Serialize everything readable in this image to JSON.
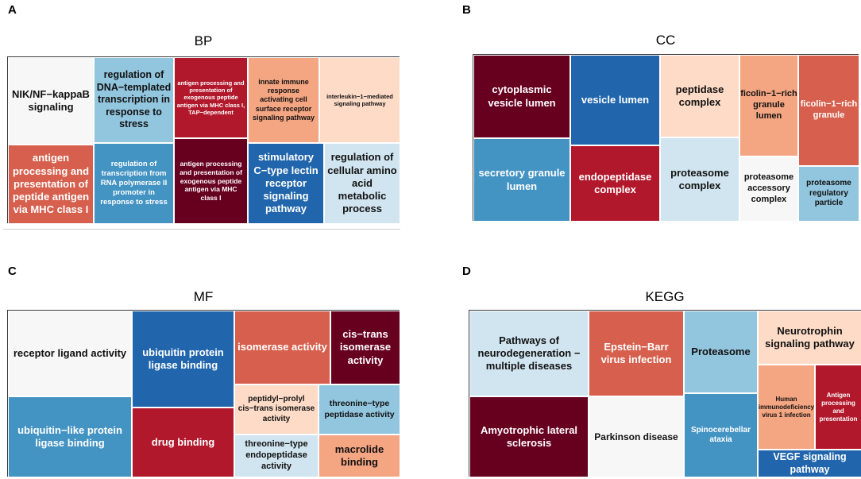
{
  "colors": {
    "darkred": "#67001f",
    "red": "#b2182b",
    "salmon": "#d6604d",
    "peach": "#f4a582",
    "lightpeach": "#fddbc7",
    "offwhite": "#f7f7f7",
    "lightblue": "#d1e5f0",
    "skyblue": "#92c5de",
    "blue": "#4393c3",
    "darkblue": "#2166ac"
  },
  "chart_data": [
    {
      "type": "treemap",
      "panel": "A",
      "title": "BP",
      "tiles": [
        {
          "label": "NIK/NF−kappaB signaling",
          "color": "offwhite"
        },
        {
          "label": "antigen processing and presentation of peptide antigen via MHC class I",
          "color": "salmon"
        },
        {
          "label": "regulation of DNA−templated transcription in response to stress",
          "color": "skyblue"
        },
        {
          "label": "regulation of transcription from RNA polymerase II promoter in response to stress",
          "color": "blue"
        },
        {
          "label": "antigen processing and presentation of exogenous peptide antigen via MHC class I, TAP−dependent",
          "color": "red"
        },
        {
          "label": "antigen processing and presentation of exogenous peptide antigen via MHC class I",
          "color": "darkred"
        },
        {
          "label": "innate immune response activating cell surface receptor signaling pathway",
          "color": "peach"
        },
        {
          "label": "stimulatory C−type lectin receptor signaling pathway",
          "color": "darkblue"
        },
        {
          "label": "interleukin−1−mediated signaling pathway",
          "color": "lightpeach"
        },
        {
          "label": "regulation of cellular amino acid metabolic process",
          "color": "lightblue"
        }
      ]
    },
    {
      "type": "treemap",
      "panel": "B",
      "title": "CC",
      "tiles": [
        {
          "label": "cytoplasmic vesicle lumen",
          "color": "darkred"
        },
        {
          "label": "secretory granule lumen",
          "color": "blue"
        },
        {
          "label": "vesicle lumen",
          "color": "darkblue"
        },
        {
          "label": "endopeptidase complex",
          "color": "red"
        },
        {
          "label": "peptidase complex",
          "color": "lightpeach"
        },
        {
          "label": "proteasome complex",
          "color": "lightblue"
        },
        {
          "label": "ficolin−1−rich granule lumen",
          "color": "peach"
        },
        {
          "label": "proteasome accessory complex",
          "color": "offwhite"
        },
        {
          "label": "ficolin−1−rich granule",
          "color": "salmon"
        },
        {
          "label": "proteasome regulatory particle",
          "color": "skyblue"
        }
      ]
    },
    {
      "type": "treemap",
      "panel": "C",
      "title": "MF",
      "tiles": [
        {
          "label": "receptor ligand activity",
          "color": "offwhite"
        },
        {
          "label": "ubiquitin−like protein ligase binding",
          "color": "blue"
        },
        {
          "label": "ubiquitin protein ligase binding",
          "color": "darkblue"
        },
        {
          "label": "drug binding",
          "color": "red"
        },
        {
          "label": "isomerase activity",
          "color": "salmon"
        },
        {
          "label": "peptidyl−prolyl cis−trans isomerase activity",
          "color": "lightpeach"
        },
        {
          "label": "threonine−type endopeptidase activity",
          "color": "lightblue"
        },
        {
          "label": "cis−trans isomerase activity",
          "color": "darkred"
        },
        {
          "label": "threonine−type peptidase activity",
          "color": "skyblue"
        },
        {
          "label": "macrolide binding",
          "color": "peach"
        }
      ]
    },
    {
      "type": "treemap",
      "panel": "D",
      "title": "KEGG",
      "tiles": [
        {
          "label": "Pathways of neurodegeneration − multiple diseases",
          "color": "lightblue"
        },
        {
          "label": "Amyotrophic lateral sclerosis",
          "color": "darkred"
        },
        {
          "label": "Epstein−Barr virus infection",
          "color": "salmon"
        },
        {
          "label": "Parkinson disease",
          "color": "offwhite"
        },
        {
          "label": "Proteasome",
          "color": "skyblue"
        },
        {
          "label": "Spinocerebellar ataxia",
          "color": "blue"
        },
        {
          "label": "Neurotrophin signaling pathway",
          "color": "lightpeach"
        },
        {
          "label": "Human immunodeficiency virus 1 infection",
          "color": "peach"
        },
        {
          "label": "Antigen processing and presentation",
          "color": "red"
        },
        {
          "label": "VEGF signaling pathway",
          "color": "darkblue"
        }
      ]
    }
  ]
}
